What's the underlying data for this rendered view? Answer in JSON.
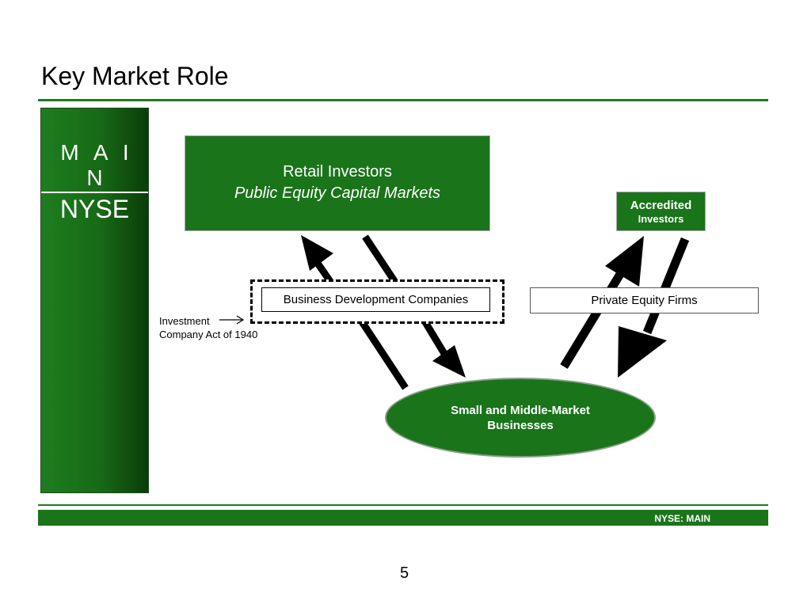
{
  "slide": {
    "title": "Key Market Role",
    "page_number": "5"
  },
  "sidebar": {
    "ticker": "M A I N",
    "exchange": "NYSE"
  },
  "diagram": {
    "retail_investors": {
      "line1": "Retail Investors",
      "line2": "Public Equity Capital Markets"
    },
    "accredited_investors": {
      "line1": "Accredited",
      "line2": "Investors"
    },
    "business_development_companies": "Business Development Companies",
    "private_equity_firms": "Private Equity Firms",
    "investment_company_act": {
      "line1": "Investment",
      "line2": "Company Act of 1940"
    },
    "businesses": {
      "line1": "Small and Middle-Market",
      "line2": "Businesses"
    }
  },
  "footer": {
    "label": "NYSE:  MAIN"
  },
  "colors": {
    "brand_green": "#1a741a",
    "dark_green": "#0a3d0a",
    "arrow": "#000000"
  }
}
